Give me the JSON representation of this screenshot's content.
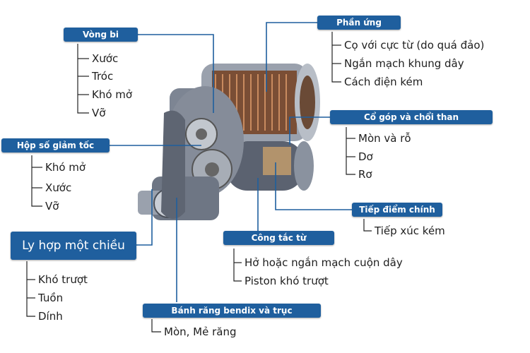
{
  "colors": {
    "label_bg": "#1f5f9e",
    "label_text": "#ffffff",
    "leader_line": "#1f5f9e",
    "motor_body": "#6e7684",
    "armature": "#8c5a3c"
  },
  "groups": [
    {
      "id": "vong-bi",
      "title": "Vòng bi",
      "items": [
        "Xước",
        "Tróc",
        "Khó mở",
        "Vỡ"
      ]
    },
    {
      "id": "phan-ung",
      "title": "Phần ứng",
      "items": [
        "Cọ với cực từ (do quá đảo)",
        "Ngắn mạch khung dây",
        "Cách điện kém"
      ]
    },
    {
      "id": "co-gop",
      "title": "Cổ góp và chổi than",
      "items": [
        "Mòn và rỗ",
        "Dơ",
        "Rơ"
      ]
    },
    {
      "id": "hop-so",
      "title": "Hộp số giảm tốc",
      "items": [
        "Khó mở",
        "Xước",
        "Vỡ"
      ]
    },
    {
      "id": "tiep-diem",
      "title": "Tiếp điểm chính",
      "items": [
        "Tiếp xúc kém"
      ]
    },
    {
      "id": "ly-hop",
      "title": "Ly hợp một chiều",
      "items": [
        "Khó trượt",
        "Tuồn",
        "Dính"
      ]
    },
    {
      "id": "cong-tac",
      "title": "Công tắc từ",
      "items": [
        "Hở hoặc ngắn mạch cuộn dây",
        "Piston khó trượt"
      ]
    },
    {
      "id": "banh-rang",
      "title": "Bánh răng bendix và trục",
      "items": [
        "Mòn, Mẻ răng"
      ]
    }
  ]
}
